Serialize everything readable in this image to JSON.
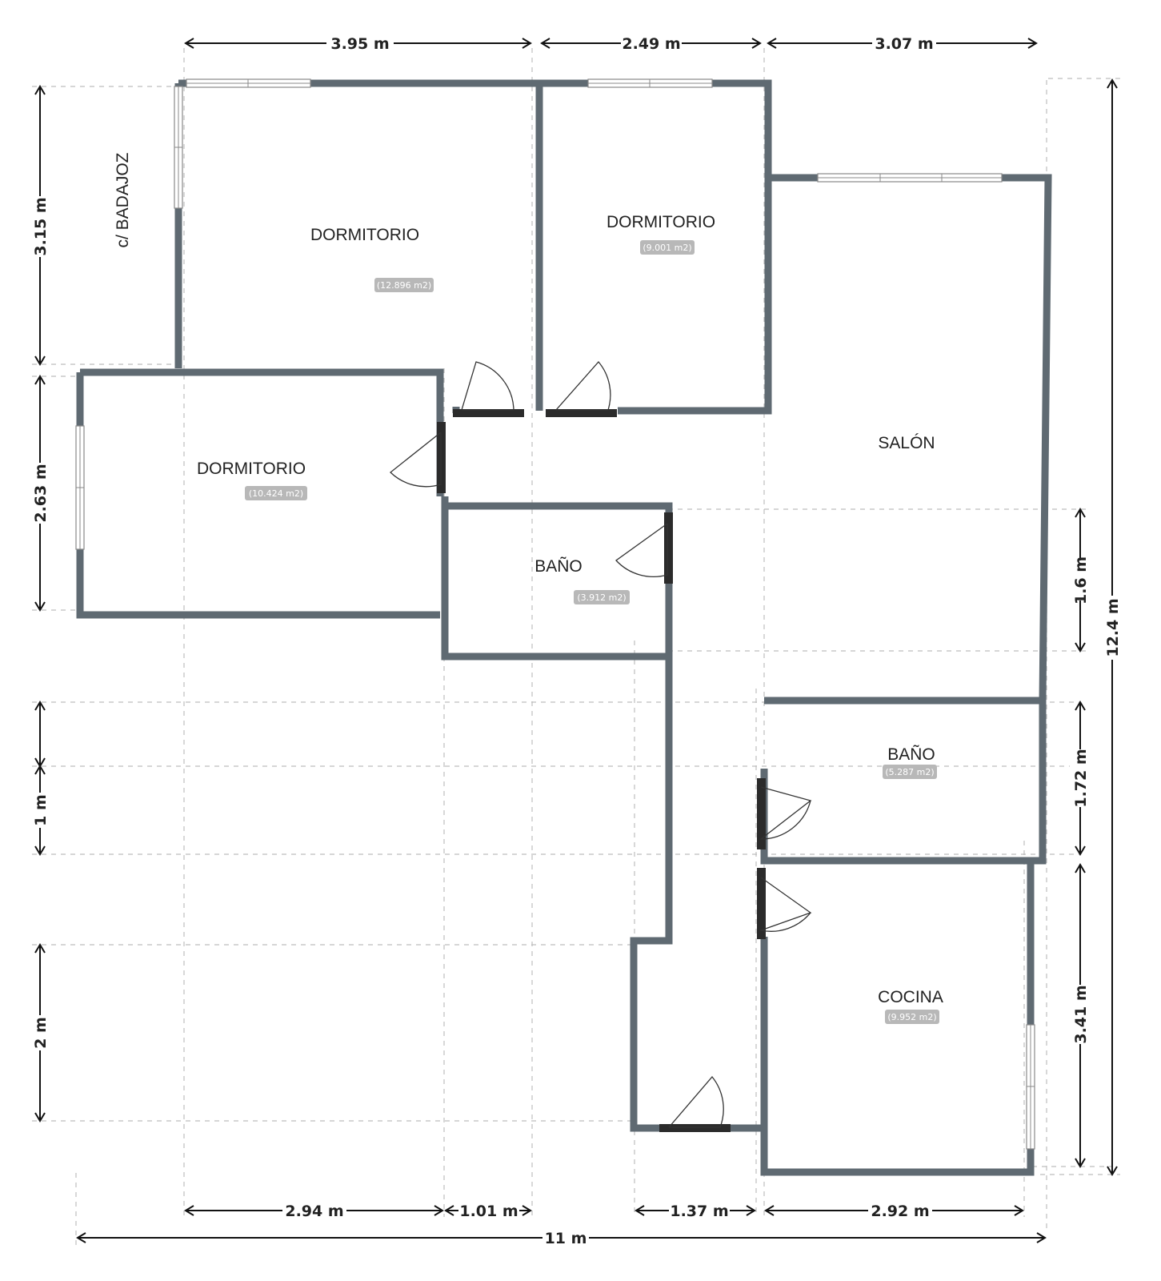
{
  "street_label": "c/ BADAJOZ",
  "rooms": [
    {
      "name": "DORMITORIO",
      "area": "(12.896 m2)"
    },
    {
      "name": "DORMITORIO",
      "area": "(9.001 m2)"
    },
    {
      "name": "SALÓN",
      "area": ""
    },
    {
      "name": "DORMITORIO",
      "area": "(10.424 m2)"
    },
    {
      "name": "BAÑO",
      "area": "(3.912 m2)"
    },
    {
      "name": "BAÑO",
      "area": "(5.287 m2)"
    },
    {
      "name": "COCINA",
      "area": "(9.952 m2)"
    }
  ],
  "dimensions": {
    "top": [
      "3.95 m",
      "2.49 m",
      "3.07 m"
    ],
    "left": [
      "3.15 m",
      "2.63 m",
      "1 m",
      "2 m"
    ],
    "right": [
      "1.6 m",
      "1.72 m",
      "3.41 m"
    ],
    "right_total": "12.4 m",
    "bottom": [
      "2.94 m",
      "1.01 m",
      "1.37 m",
      "2.92 m"
    ],
    "bottom_total": "11 m"
  }
}
